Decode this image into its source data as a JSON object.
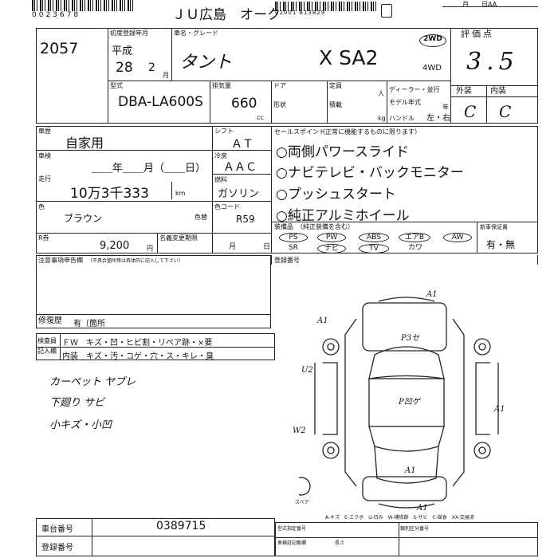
{
  "header": {
    "barcode_number": "0023678",
    "auction_title": "ＪＵ広島　オーク",
    "barcode2_number": "02001 813829",
    "date_label": "月　　日AA"
  },
  "lot_number": "2057",
  "reg": {
    "label": "初度登録年月",
    "era": "平成",
    "year": "28",
    "month": "2",
    "month_unit": "月"
  },
  "car": {
    "name_label": "車名・グレード",
    "name": "タント",
    "grade": "X SA2"
  },
  "drive": {
    "option_2wd": "2WD",
    "option_4wd": "4WD",
    "selected": "2WD"
  },
  "score": {
    "label": "評価点",
    "value": "3.5",
    "ext_label": "外装",
    "int_label": "内装",
    "ext": "C",
    "int": "C"
  },
  "model": {
    "label": "型式",
    "value": "DBA-LA600S"
  },
  "cc": {
    "label": "排気量",
    "value": "660",
    "unit": "cc"
  },
  "door_label": "ドア",
  "seats_label": "定員",
  "shaken_mark": "人",
  "dealer_label": "ディーラー・並行",
  "style_label": "形状",
  "load_label": "積載",
  "model_year_label": "モデル年式",
  "year_unit": "年",
  "weight_unit": "kg",
  "handle": {
    "label": "ハンドル",
    "value": "左・右"
  },
  "usage": {
    "label": "車歴",
    "value": "自家用"
  },
  "shift": {
    "label": "シフト",
    "value": "ＡＴ"
  },
  "aircon": {
    "label": "冷房",
    "value": "ＡＡＣ"
  },
  "fuel": {
    "label": "燃料",
    "value": "ガソリン"
  },
  "inspection": {
    "label": "車検",
    "text": "＿＿年＿＿月（＿＿日）"
  },
  "mileage": {
    "label": "走行",
    "value": "10万3千333",
    "unit": "km"
  },
  "color": {
    "label": "色",
    "value": "ブラウン",
    "repaint_label": "色替",
    "code_label": "色コード",
    "code": "R59"
  },
  "sales_points": {
    "label": "セールスポイント",
    "note": "（正常に機能するものに限ります）",
    "items": [
      "○両側パワースライド",
      "○ナビテレビ・バックモニター",
      "○プッシュスタート",
      "○純正アルミホイール"
    ]
  },
  "recycle": {
    "label": "R券",
    "value": "9,200",
    "unit": "円",
    "meigi_label": "名義変更期限",
    "month": "月",
    "day": "日"
  },
  "equipment": {
    "label": "装備品",
    "note": "（純正装備を含む）",
    "items": [
      "PS",
      "PW",
      "ABS",
      "エアB",
      "AW",
      "SR",
      "ナビ",
      "TV",
      "カワ"
    ],
    "circled": [
      "PS",
      "PW",
      "ABS",
      "エアB",
      "AW",
      "ナビ",
      "TV"
    ]
  },
  "manual": {
    "label": "新車保証書",
    "value": "有・無"
  },
  "registration_label": "登録番号",
  "notes": {
    "label": "注意事項申告欄",
    "sub": "（不具合箇所等は具体的に記入して下さい）"
  },
  "repair": {
    "label": "修復歴",
    "value": "有〔箇所"
  },
  "inspector": {
    "label1": "検査員",
    "label2": "記入欄",
    "fw_line": "ＦＷ　キズ・凹・ヒビ割・リペア跡・×要",
    "int_line": "内装　キズ・汚・コゲ・穴・ス・キレ・臭"
  },
  "handwritten": {
    "line1": "カーペット ヤブレ",
    "line2": "下廻り サビ",
    "line3": "小キズ・小凹"
  },
  "diagram": {
    "marks": [
      "A1",
      "A1",
      "P3セ",
      "U2",
      "A1",
      "P凹ゲ",
      "W2",
      "A1",
      "A1"
    ],
    "spare": "スペア",
    "legend": "A-キズ　E-エクボ　U-凹み　W-補修跡　S-サビ　C-腐食　XX-交換済"
  },
  "frame": {
    "label": "車台番号",
    "value": "0389715"
  },
  "plate": {
    "label": "登録番号"
  },
  "footer": {
    "l1": "型式指定番号",
    "l2": "類別区分番号",
    "l3": "車検証記載欄",
    "l4": "長さ"
  }
}
